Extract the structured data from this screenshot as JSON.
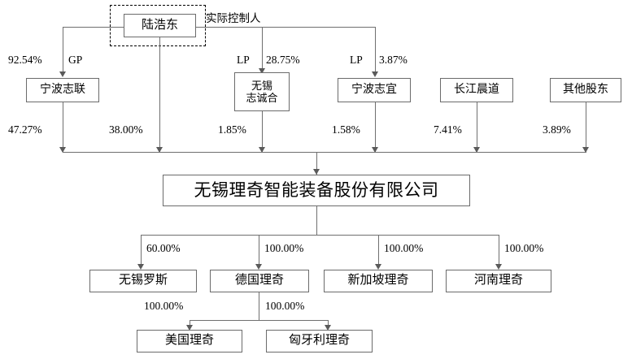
{
  "diagram": {
    "title_entity": "无锡理奇智能装备股份有限公司",
    "controller_label": "实际控制人",
    "controller_name": "陆浩东",
    "role_gp": "GP",
    "role_lp_1": "LP",
    "role_lp_2": "LP",
    "line_color": "#6f6f6f",
    "box_border_color": "#6b6b6b",
    "shareholders": [
      {
        "name": "宁波志联",
        "upstream_pct": "92.54%",
        "downstream_pct": "47.27%",
        "role": "GP"
      },
      {
        "name": "陆浩东",
        "upstream_pct": "",
        "downstream_pct": "38.00%",
        "role": ""
      },
      {
        "name_line1": "无锡",
        "name_line2": "志诚合",
        "upstream_pct": "28.75%",
        "downstream_pct": "1.85%",
        "role": "LP"
      },
      {
        "name": "宁波志宜",
        "upstream_pct": "3.87%",
        "downstream_pct": "1.58%",
        "role": "LP"
      },
      {
        "name": "长江晨道",
        "upstream_pct": "",
        "downstream_pct": "7.41%",
        "role": ""
      },
      {
        "name": "其他股东",
        "upstream_pct": "",
        "downstream_pct": "3.89%",
        "role": ""
      }
    ],
    "subsidiaries": [
      {
        "name": "无锡罗斯",
        "pct": "60.00%"
      },
      {
        "name": "德国理奇",
        "pct": "100.00%"
      },
      {
        "name": "新加坡理奇",
        "pct": "100.00%"
      },
      {
        "name": "河南理奇",
        "pct": "100.00%"
      }
    ],
    "sub_subsidiaries": [
      {
        "name": "美国理奇",
        "pct": "100.00%",
        "parent": "德国理奇"
      },
      {
        "name": "匈牙利理奇",
        "pct": "100.00%",
        "parent": "德国理奇"
      }
    ]
  }
}
